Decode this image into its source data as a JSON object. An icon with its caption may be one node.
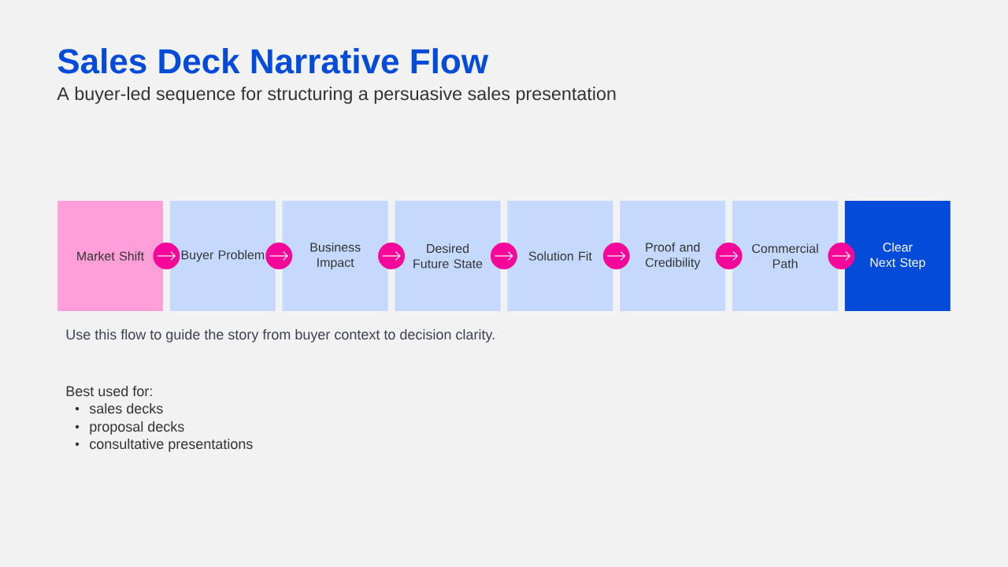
{
  "diagram": {
    "title": "Sales Deck Narrative Flow",
    "caption": "A buyer-led sequence for structuring a persuasive sales presentation",
    "nodes": [
      {
        "text": [
          "Market Shift"
        ]
      },
      {
        "text": [
          "Buyer Problem"
        ]
      },
      {
        "text": [
          "Business Impact"
        ]
      },
      {
        "text": [
          "Desired Future State"
        ]
      },
      {
        "text": [
          "Solution Fit"
        ]
      },
      {
        "text": [
          "Proof and Credibility"
        ]
      },
      {
        "text": [
          "Commercial Path"
        ]
      },
      {
        "text": [
          "Clear Next Step"
        ]
      }
    ],
    "edges": [
      {
        "from": 0,
        "to": 1,
        "arrow": "to"
      },
      {
        "from": 1,
        "to": 2,
        "arrow": "to"
      },
      {
        "from": 2,
        "to": 3,
        "arrow": "to"
      },
      {
        "from": 3,
        "to": 4,
        "arrow": "to"
      },
      {
        "from": 4,
        "to": 5,
        "arrow": "to"
      },
      {
        "from": 5,
        "to": 6,
        "arrow": "to"
      },
      {
        "from": 6,
        "to": 7,
        "arrow": "to"
      }
    ],
    "labels": [
      "Use this flow to guide the story from buyer context to decision clarity.",
      "Best used for:",
      "sales decks",
      "proposal decks",
      "consultative presentations"
    ]
  }
}
